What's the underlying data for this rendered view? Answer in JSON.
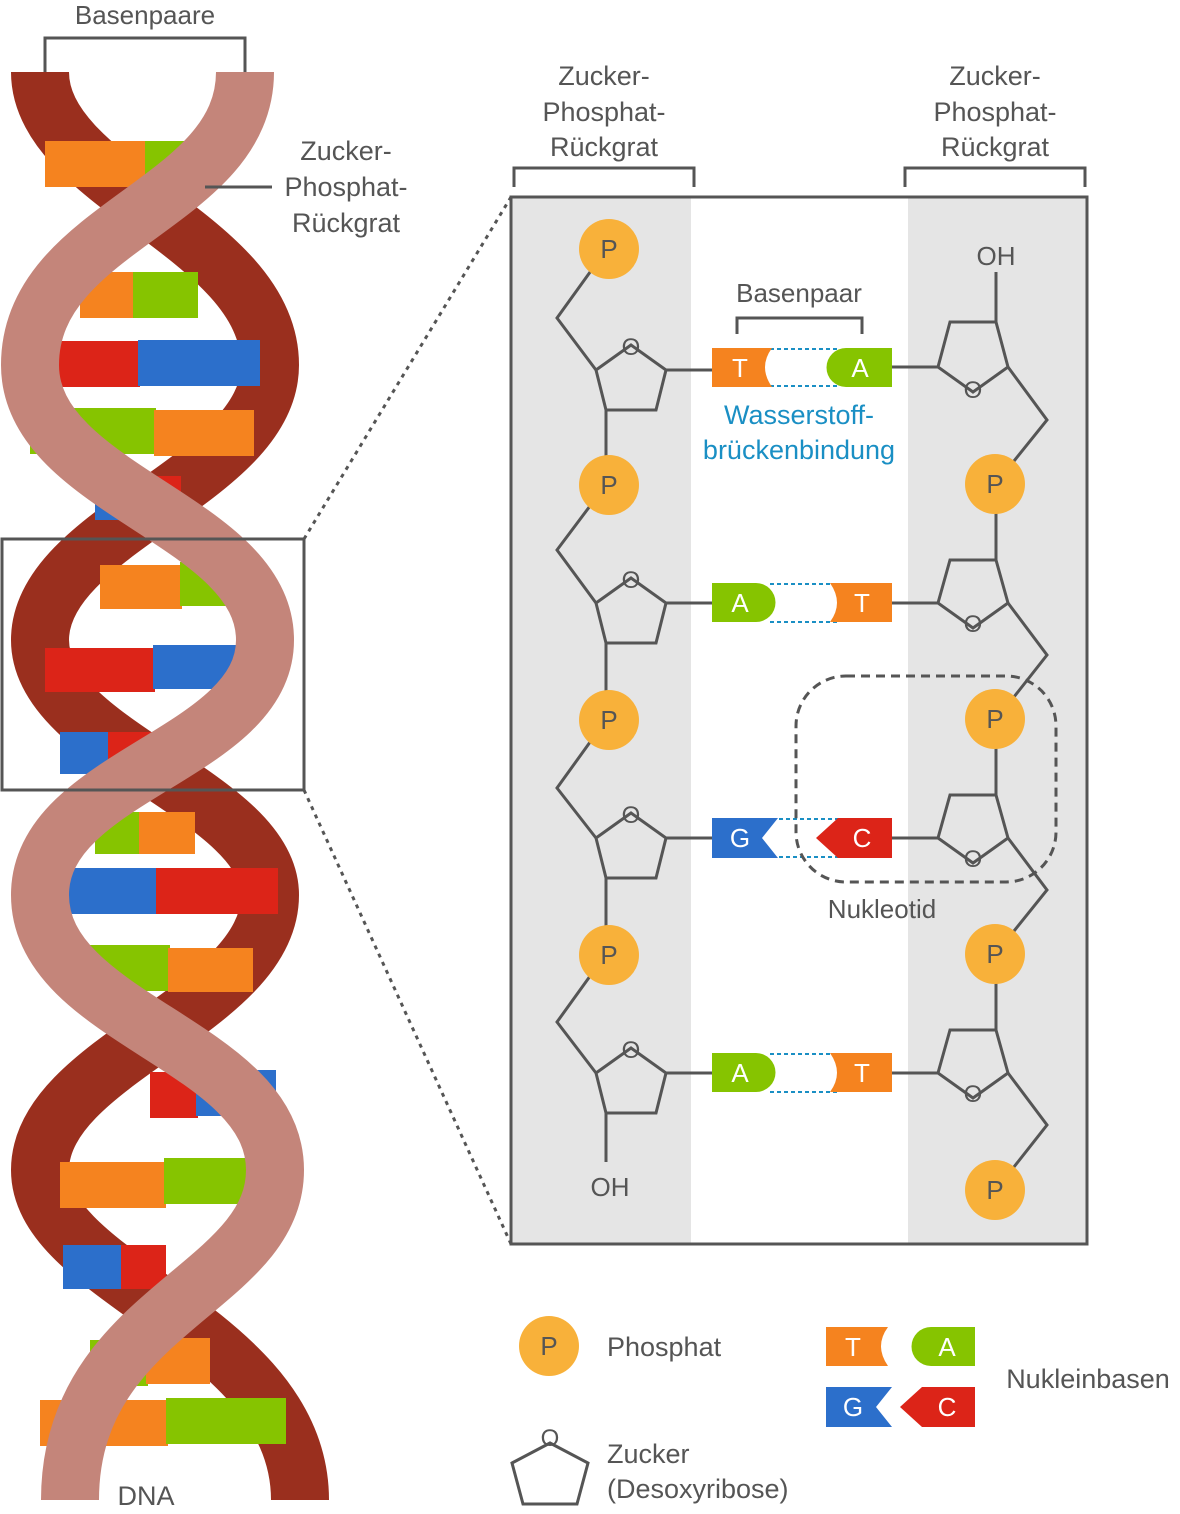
{
  "labels": {
    "base_pairs": "Basenpaare",
    "backbone_left_line1": "Zucker-",
    "backbone_left_line2": "Phosphat-",
    "backbone_left_line3": "Rückgrat",
    "dna": "DNA",
    "backbone_top_line1": "Zucker-",
    "backbone_top_line2": "Phosphat-",
    "backbone_top_line3": "Rückgrat",
    "base_pair": "Basenpaar",
    "hbond_line1": "Wasserstoff-",
    "hbond_line2": "brückenbindung",
    "nucleotide": "Nukleotid"
  },
  "atoms": {
    "phosphate": "P",
    "oxygen": "O",
    "hydroxyl": "OH"
  },
  "pairs": [
    {
      "left": "T",
      "right": "A"
    },
    {
      "left": "A",
      "right": "T"
    },
    {
      "left": "G",
      "right": "C"
    },
    {
      "left": "A",
      "right": "T"
    }
  ],
  "legend": {
    "phosphate_symbol": "P",
    "phosphate_label": "Phosphat",
    "sugar_symbol": "O",
    "sugar_line1": "Zucker",
    "sugar_line2": "(Desoxyribose)",
    "bases_label": "Nukleinbasen",
    "bases": [
      "T",
      "A",
      "G",
      "C"
    ]
  },
  "colors": {
    "T": "#f5831f",
    "A": "#86c400",
    "G": "#2c6fcb",
    "C": "#dc2418",
    "phosphate": "#f8b13a",
    "backbone_front": "#c4857a",
    "backbone_back": "#9a2f1e",
    "hbond": "#1a8fc4",
    "panel_bg": "#e5e5e5",
    "line": "#555555"
  }
}
